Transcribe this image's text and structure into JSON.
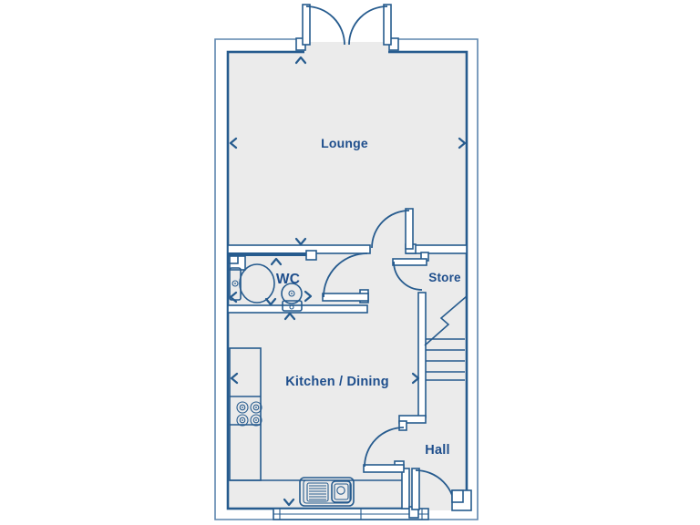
{
  "floorplan": {
    "rooms": [
      {
        "name": "lounge",
        "label": "Lounge"
      },
      {
        "name": "wc",
        "label": "WC"
      },
      {
        "name": "store",
        "label": "Store"
      },
      {
        "name": "kitchen-dining",
        "label": "Kitchen / Dining"
      },
      {
        "name": "hall",
        "label": "Hall"
      }
    ],
    "fixtures": [
      "french-doors",
      "lounge-door",
      "wc-door",
      "store-door",
      "kitchen-door",
      "front-door",
      "toilet",
      "wash-basin",
      "hob",
      "sink-unit",
      "staircase",
      "window"
    ],
    "colors": {
      "wall": "#265b8e",
      "label": "#1e4e8c",
      "floor": "#ebebeb",
      "boundary": "#5d85ae",
      "bg": "#ffffff"
    }
  }
}
